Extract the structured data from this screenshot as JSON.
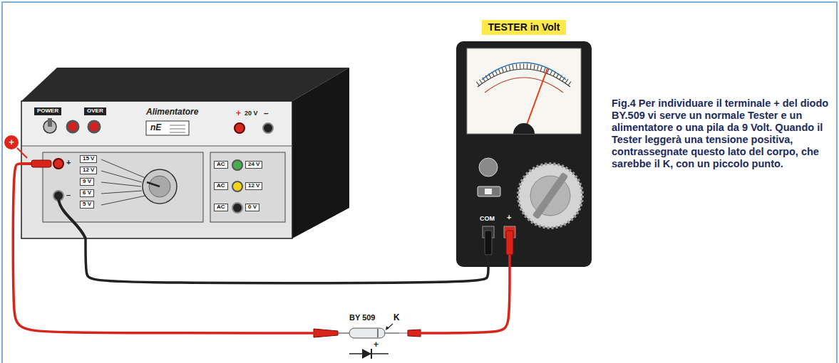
{
  "diagram": {
    "caption": "Fig.4 Per individuare il terminale + del diodo BY.509 vi serve un normale Tester e un alimentatore o una pila da 9 Volt. Quando il Tester leggerà una tensione positiva, contrassegnate questo lato del corpo, che sarebbe il K, con un piccolo punto.",
    "nodes": [
      {
        "text": [
          "TESTER in Volt"
        ]
      },
      {
        "text": [
          "Alimentatore"
        ]
      },
      {
        "text": [
          "COM",
          "+"
        ]
      },
      {
        "text": [
          "BY 509",
          "K"
        ]
      }
    ],
    "edges": [
      {
        "from": 1,
        "to": 3,
        "arrow": "none"
      },
      {
        "from": 3,
        "to": 2,
        "arrow": "none"
      },
      {
        "from": 1,
        "to": 2,
        "arrow": "none"
      }
    ],
    "labels": [
      "POWER",
      "OVER",
      "nE",
      "+",
      "20 V",
      "–",
      "+",
      "+",
      "–",
      "15 V",
      "12 V",
      "9 V",
      "6 V",
      "5 V",
      "AC",
      "24 V",
      "AC",
      "12 V",
      "AC",
      "0 V",
      "+"
    ]
  }
}
